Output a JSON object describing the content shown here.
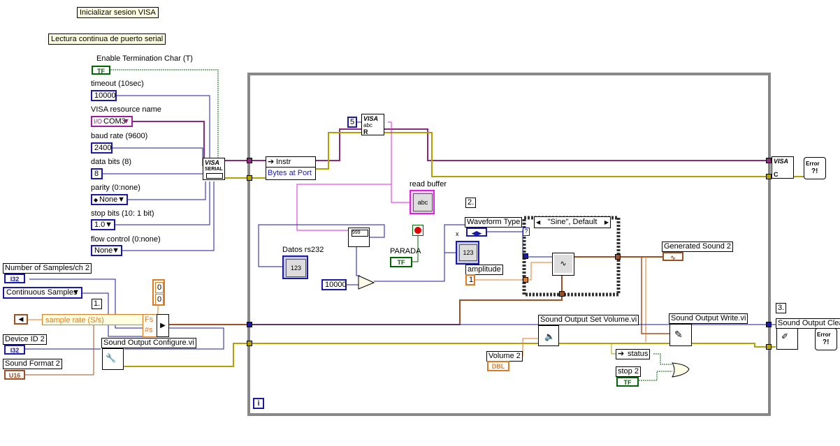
{
  "comments": {
    "init_visa": "Inicializar sesion VISA",
    "continuous_read": "Lectura continua de puerto serial"
  },
  "serial_config": {
    "enable_term_label": "Enable Termination Char (T)",
    "enable_term_value": "TF",
    "timeout_label": "timeout (10sec)",
    "timeout_value": "10000",
    "resource_label": "VISA resource name",
    "resource_value": "COM3",
    "baud_label": "baud rate (9600)",
    "baud_value": "2400",
    "databits_label": "data bits (8)",
    "databits_value": "8",
    "parity_label": "parity (0:none)",
    "parity_value": "None",
    "stopbits_label": "stop bits (10: 1 bit)",
    "stopbits_value": "1.0",
    "flow_label": "flow control (0:none)",
    "flow_value": "None"
  },
  "sound_config": {
    "samples_label": "Number of Samples/ch 2",
    "samples_type": "I32",
    "mode_value": "Continuous Samples",
    "step1": "1.",
    "rate_label": "sample rate (S/s)",
    "device_label": "Device ID 2",
    "device_type": "I32",
    "format_label": "Sound Format 2",
    "format_type": "U16",
    "const_zero_a": "0",
    "const_zero_b": "0",
    "fs_label": "Fs",
    "ns_label": "#s",
    "configure_vi": "Sound Output Configure.vi"
  },
  "loop": {
    "bytes_count": "5",
    "property_node_class": "Instr",
    "property_node_item": "Bytes at Port",
    "read_buffer_label": "read buffer",
    "read_buffer_type": "abc",
    "datos_label": "Datos rs232",
    "datos_type": "123",
    "const_10000": "10000",
    "parada_label": "PARADA",
    "parada_type": "TF",
    "step2": "2.",
    "waveform_label": "Waveform Type",
    "case_selector": "\"Sine\", Default",
    "amplitude_label": "amplitude",
    "amplitude_value": "1",
    "generated_label": "Generated Sound 2",
    "set_volume_vi": "Sound Output Set Volume.vi",
    "volume_label": "Volume 2",
    "volume_type": "DBL",
    "write_vi": "Sound Output Write.vi",
    "status_label": "status",
    "stop2_label": "stop 2",
    "stop2_type": "TF",
    "iteration": "i"
  },
  "exit": {
    "step3": "3.",
    "clear_vi": "Sound Output Clea",
    "error_text": "Error"
  },
  "colors": {
    "int_wire": "#1a1aa8",
    "dbl_wire": "#e07a20",
    "string_wire": "#e020e0",
    "visa_wire": "#8c2a7c",
    "error_wire": "#b4a000",
    "sound_task_wire": "#7c4020",
    "bool_wire": "#006600",
    "waveform_wire": "#a05020",
    "loop_frame": "#888888"
  }
}
